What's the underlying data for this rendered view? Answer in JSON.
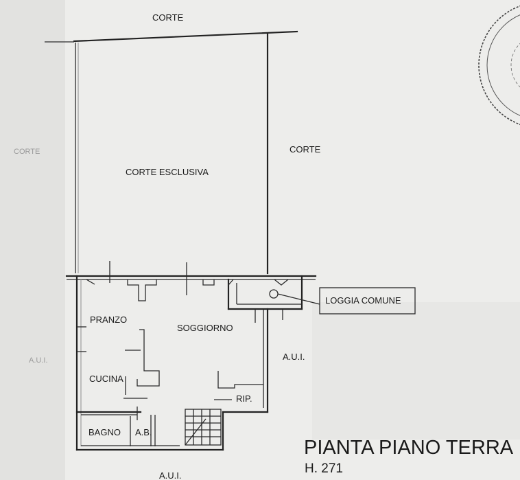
{
  "labels": {
    "corte_top": "CORTE",
    "corte_right": "CORTE",
    "corte_left": "CORTE",
    "corte_esclusiva": "CORTE ESCLUSIVA",
    "loggia_comune": "LOGGIA COMUNE",
    "pranzo": "PRANZO",
    "soggiorno": "SOGGIORNO",
    "cucina": "CUCINA",
    "rip": "RIP.",
    "bagno": "BAGNO",
    "ab": "A.B.",
    "aui_left": "A.U.I.",
    "aui_right": "A.U.I.",
    "aui_bottom": "A.U.I."
  },
  "title": "PIANTA PIANO TERRA",
  "subtitle": "H. 271",
  "colors": {
    "paper": "#ededeb",
    "ink": "#1a1a1a",
    "faint": "#9a9a9a"
  }
}
